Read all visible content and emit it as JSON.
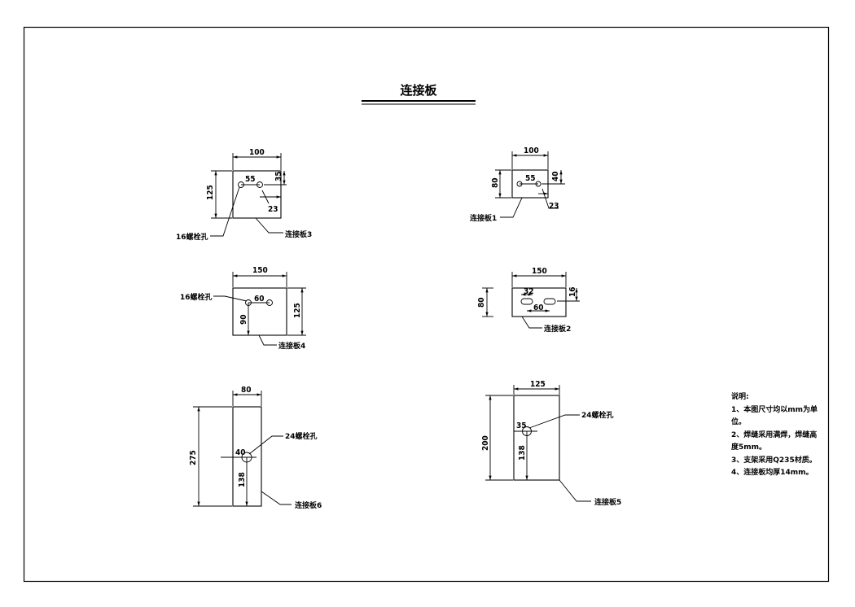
{
  "title": "连接板",
  "plates": {
    "p3": {
      "name": "连接板3",
      "hole": "16螺栓孔",
      "width": "100",
      "height": "125",
      "spacing": "55",
      "top_offset": "35",
      "side_offset": "23"
    },
    "p1": {
      "name": "连接板1",
      "width": "100",
      "height": "80",
      "spacing": "55",
      "top_offset": "40",
      "side_offset": "23"
    },
    "p4": {
      "name": "连接板4",
      "hole": "16螺栓孔",
      "width": "150",
      "height": "125",
      "spacing": "60",
      "hole_depth": "90"
    },
    "p2": {
      "name": "连接板2",
      "width": "150",
      "height": "80",
      "slot_length": "32",
      "spacing": "60",
      "top_offset": "16"
    },
    "p6": {
      "name": "连接板6",
      "hole": "24螺栓孔",
      "width": "80",
      "height": "275",
      "hole_offset": "40",
      "hole_depth": "138"
    },
    "p5": {
      "name": "连接板5",
      "hole": "24螺栓孔",
      "width": "125",
      "height": "200",
      "hole_offset": "35",
      "hole_depth": "138"
    }
  },
  "notes": {
    "heading": "说明:",
    "items": [
      "1、本图尺寸均以mm为单位。",
      "2、焊缝采用满焊，焊缝高度5mm。",
      "3、支架采用Q235材质。",
      "4、连接板均厚14mm。"
    ]
  }
}
